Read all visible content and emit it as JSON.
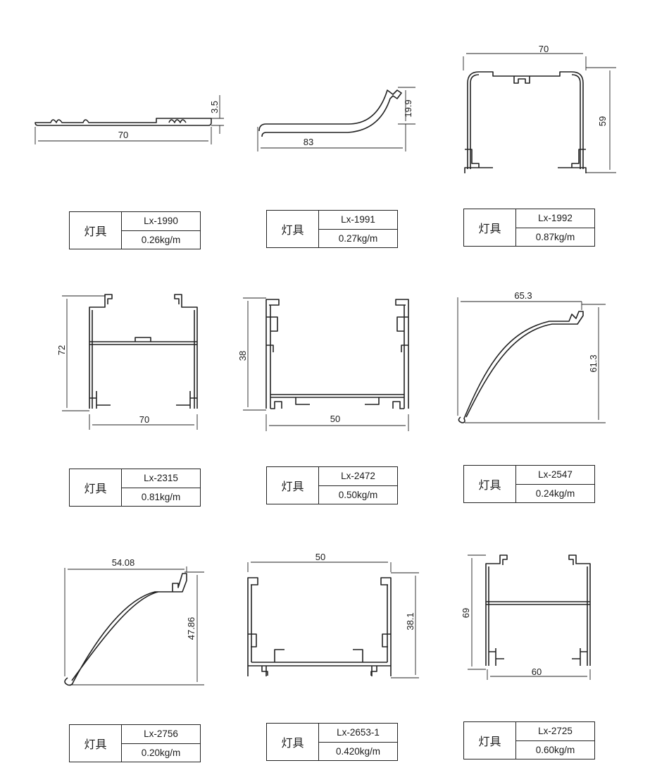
{
  "profiles": [
    {
      "category": "灯具",
      "model": "Lx-1990",
      "weight": "0.26kg/m",
      "dims": [
        "70",
        "3.5"
      ]
    },
    {
      "category": "灯具",
      "model": "Lx-1991",
      "weight": "0.27kg/m",
      "dims": [
        "83",
        "19.9"
      ]
    },
    {
      "category": "灯具",
      "model": "Lx-1992",
      "weight": "0.87kg/m",
      "dims": [
        "70",
        "59"
      ]
    },
    {
      "category": "灯具",
      "model": "Lx-2315",
      "weight": "0.81kg/m",
      "dims": [
        "70",
        "72"
      ]
    },
    {
      "category": "灯具",
      "model": "Lx-2472",
      "weight": "0.50kg/m",
      "dims": [
        "50",
        "38"
      ]
    },
    {
      "category": "灯具",
      "model": "Lx-2547",
      "weight": "0.24kg/m",
      "dims": [
        "65.3",
        "61.3"
      ]
    },
    {
      "category": "灯具",
      "model": "Lx-2756",
      "weight": "0.20kg/m",
      "dims": [
        "54.08",
        "47.86"
      ]
    },
    {
      "category": "灯具",
      "model": "Lx-2653-1",
      "weight": "0.420kg/m",
      "dims": [
        "50",
        "38.1"
      ]
    },
    {
      "category": "灯具",
      "model": "Lx-2725",
      "weight": "0.60kg/m",
      "dims": [
        "60",
        "69"
      ]
    }
  ]
}
